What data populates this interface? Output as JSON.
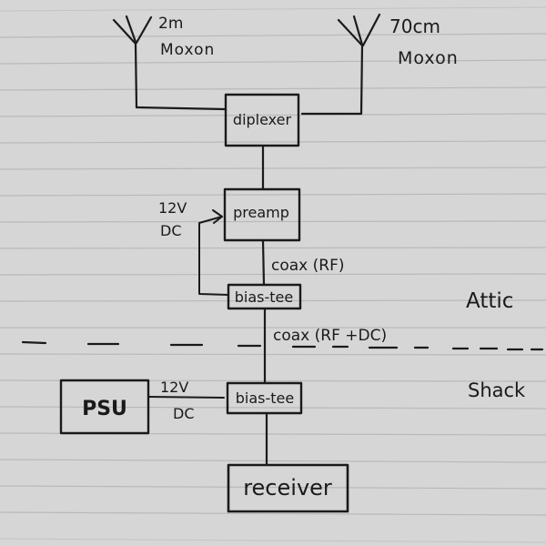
{
  "antennas": {
    "left": {
      "band": "2m",
      "type": "Moxon"
    },
    "right": {
      "band": "70cm",
      "type": "Moxon"
    }
  },
  "blocks": {
    "diplexer": "diplexer",
    "preamp": "preamp",
    "bias_tee_attic": "bias-tee",
    "bias_tee_shack": "bias-tee",
    "psu": "PSU",
    "receiver": "receiver"
  },
  "labels": {
    "preamp_power": {
      "voltage": "12V",
      "type": "DC"
    },
    "psu_power": {
      "voltage": "12V",
      "type": "DC"
    },
    "coax_upper": "coax (RF)",
    "coax_lower": "coax (RF +DC)",
    "zone_upper": "Attic",
    "zone_lower": "Shack"
  }
}
